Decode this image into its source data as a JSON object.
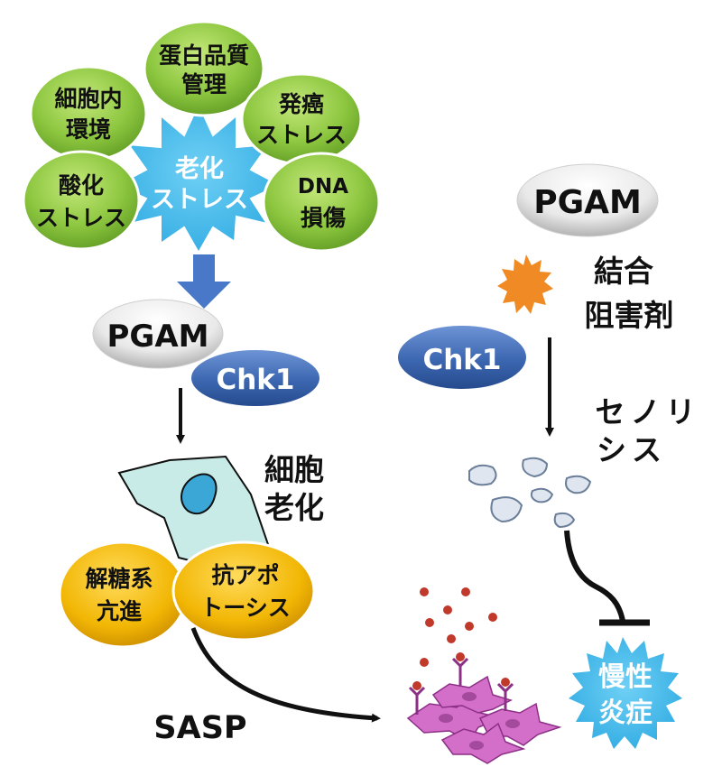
{
  "stresses": {
    "center": [
      "老化",
      "ストレス"
    ],
    "protein_qc": [
      "蛋白品質",
      "管理"
    ],
    "intracellular": [
      "細胞内",
      "環境"
    ],
    "oncogenic": [
      "発癌",
      "ストレス"
    ],
    "oxidative": [
      "酸化",
      "ストレス"
    ],
    "dna_damage": [
      "DNA",
      "損傷"
    ]
  },
  "left_pathway": {
    "pgam": "PGAM",
    "chk1": "Chk1",
    "cell_label": [
      "細胞",
      "老化"
    ],
    "glycolysis": [
      "解糖系",
      "亢進"
    ],
    "anti_apoptosis": [
      "抗アポ",
      "トーシス"
    ],
    "sasp": "SASP"
  },
  "right_pathway": {
    "pgam": "PGAM",
    "inhibitor": [
      "結合",
      "阻害剤"
    ],
    "chk1": "Chk1",
    "senolysis": [
      "セノリ",
      "シス"
    ],
    "inflammation": [
      "慢性",
      "炎症"
    ]
  },
  "colors": {
    "green_bubble": "#8cc63f",
    "starburst_blue": "#2da9e1",
    "gold_bubble": "#f2b705",
    "chk1_blue": "#3b66b0",
    "inhibitor_orange": "#f08a24",
    "sasp_red": "#c0392b",
    "cell_magenta": "#d36fc8"
  }
}
